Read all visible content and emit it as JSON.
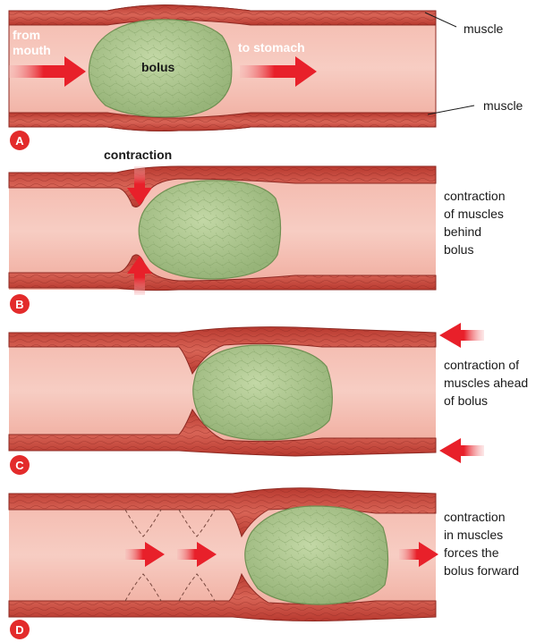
{
  "colors": {
    "lumen": "#f2b3a7",
    "wall": "#c94a3e",
    "wall_dark": "#9c2f28",
    "bolus": "#a9c48a",
    "bolus_edge": "#6f8f52",
    "arrow": "#e8202a",
    "badge": "#e32b2b"
  },
  "panels": [
    {
      "badge": "A",
      "labels": {
        "from_mouth": "from\nmouth",
        "to_stomach": "to stomach",
        "bolus": "bolus",
        "muscle_top": "muscle",
        "muscle_bottom": "muscle"
      }
    },
    {
      "badge": "B",
      "labels": {
        "contraction": "contraction",
        "side": "contraction\nof muscles\nbehind\nbolus"
      }
    },
    {
      "badge": "C",
      "labels": {
        "side": "contraction of\nmuscles ahead\nof bolus"
      }
    },
    {
      "badge": "D",
      "labels": {
        "side": "contraction\nin muscles\nforces the\nbolus forward"
      }
    }
  ]
}
